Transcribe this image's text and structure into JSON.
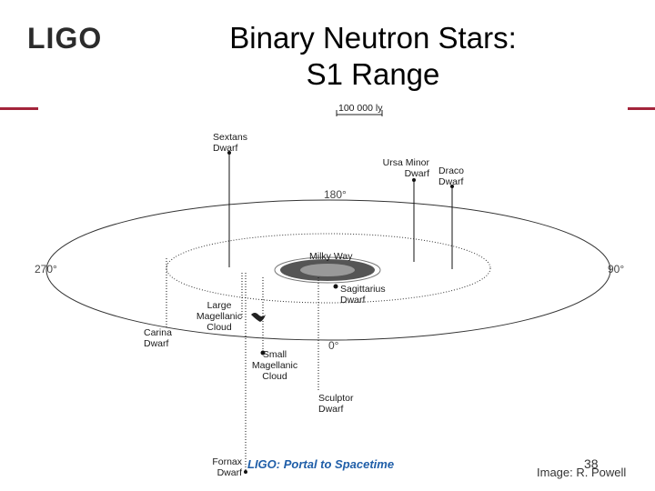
{
  "header": {
    "logo": "LIGO",
    "title_line1": "Binary Neutron Stars:",
    "title_line2": "S1 Range"
  },
  "diagram": {
    "scale_label": "100 000 ly",
    "angles": {
      "a180": "180°",
      "a270": "270°",
      "a90": "90°",
      "a0": "0°"
    },
    "galaxy_label": "Milky Way",
    "objects": {
      "sextans": [
        "Sextans",
        "Dwarf"
      ],
      "ursa_minor": [
        "Ursa Minor",
        "Dwarf"
      ],
      "draco": [
        "Draco",
        "Dwarf"
      ],
      "sagittarius": [
        "Sagittarius",
        "Dwarf"
      ],
      "lmc": [
        "Large",
        "Magellanic",
        "Cloud"
      ],
      "carina": [
        "Carina",
        "Dwarf"
      ],
      "smc": [
        "Small",
        "Magellanic",
        "Cloud"
      ],
      "sculptor": [
        "Sculptor",
        "Dwarf"
      ],
      "fornax": [
        "Fornax",
        "Dwarf"
      ]
    }
  },
  "footer": {
    "tagline": "LIGO: Portal to Spacetime",
    "page_number": "38",
    "credit": "Image: R. Powell"
  }
}
